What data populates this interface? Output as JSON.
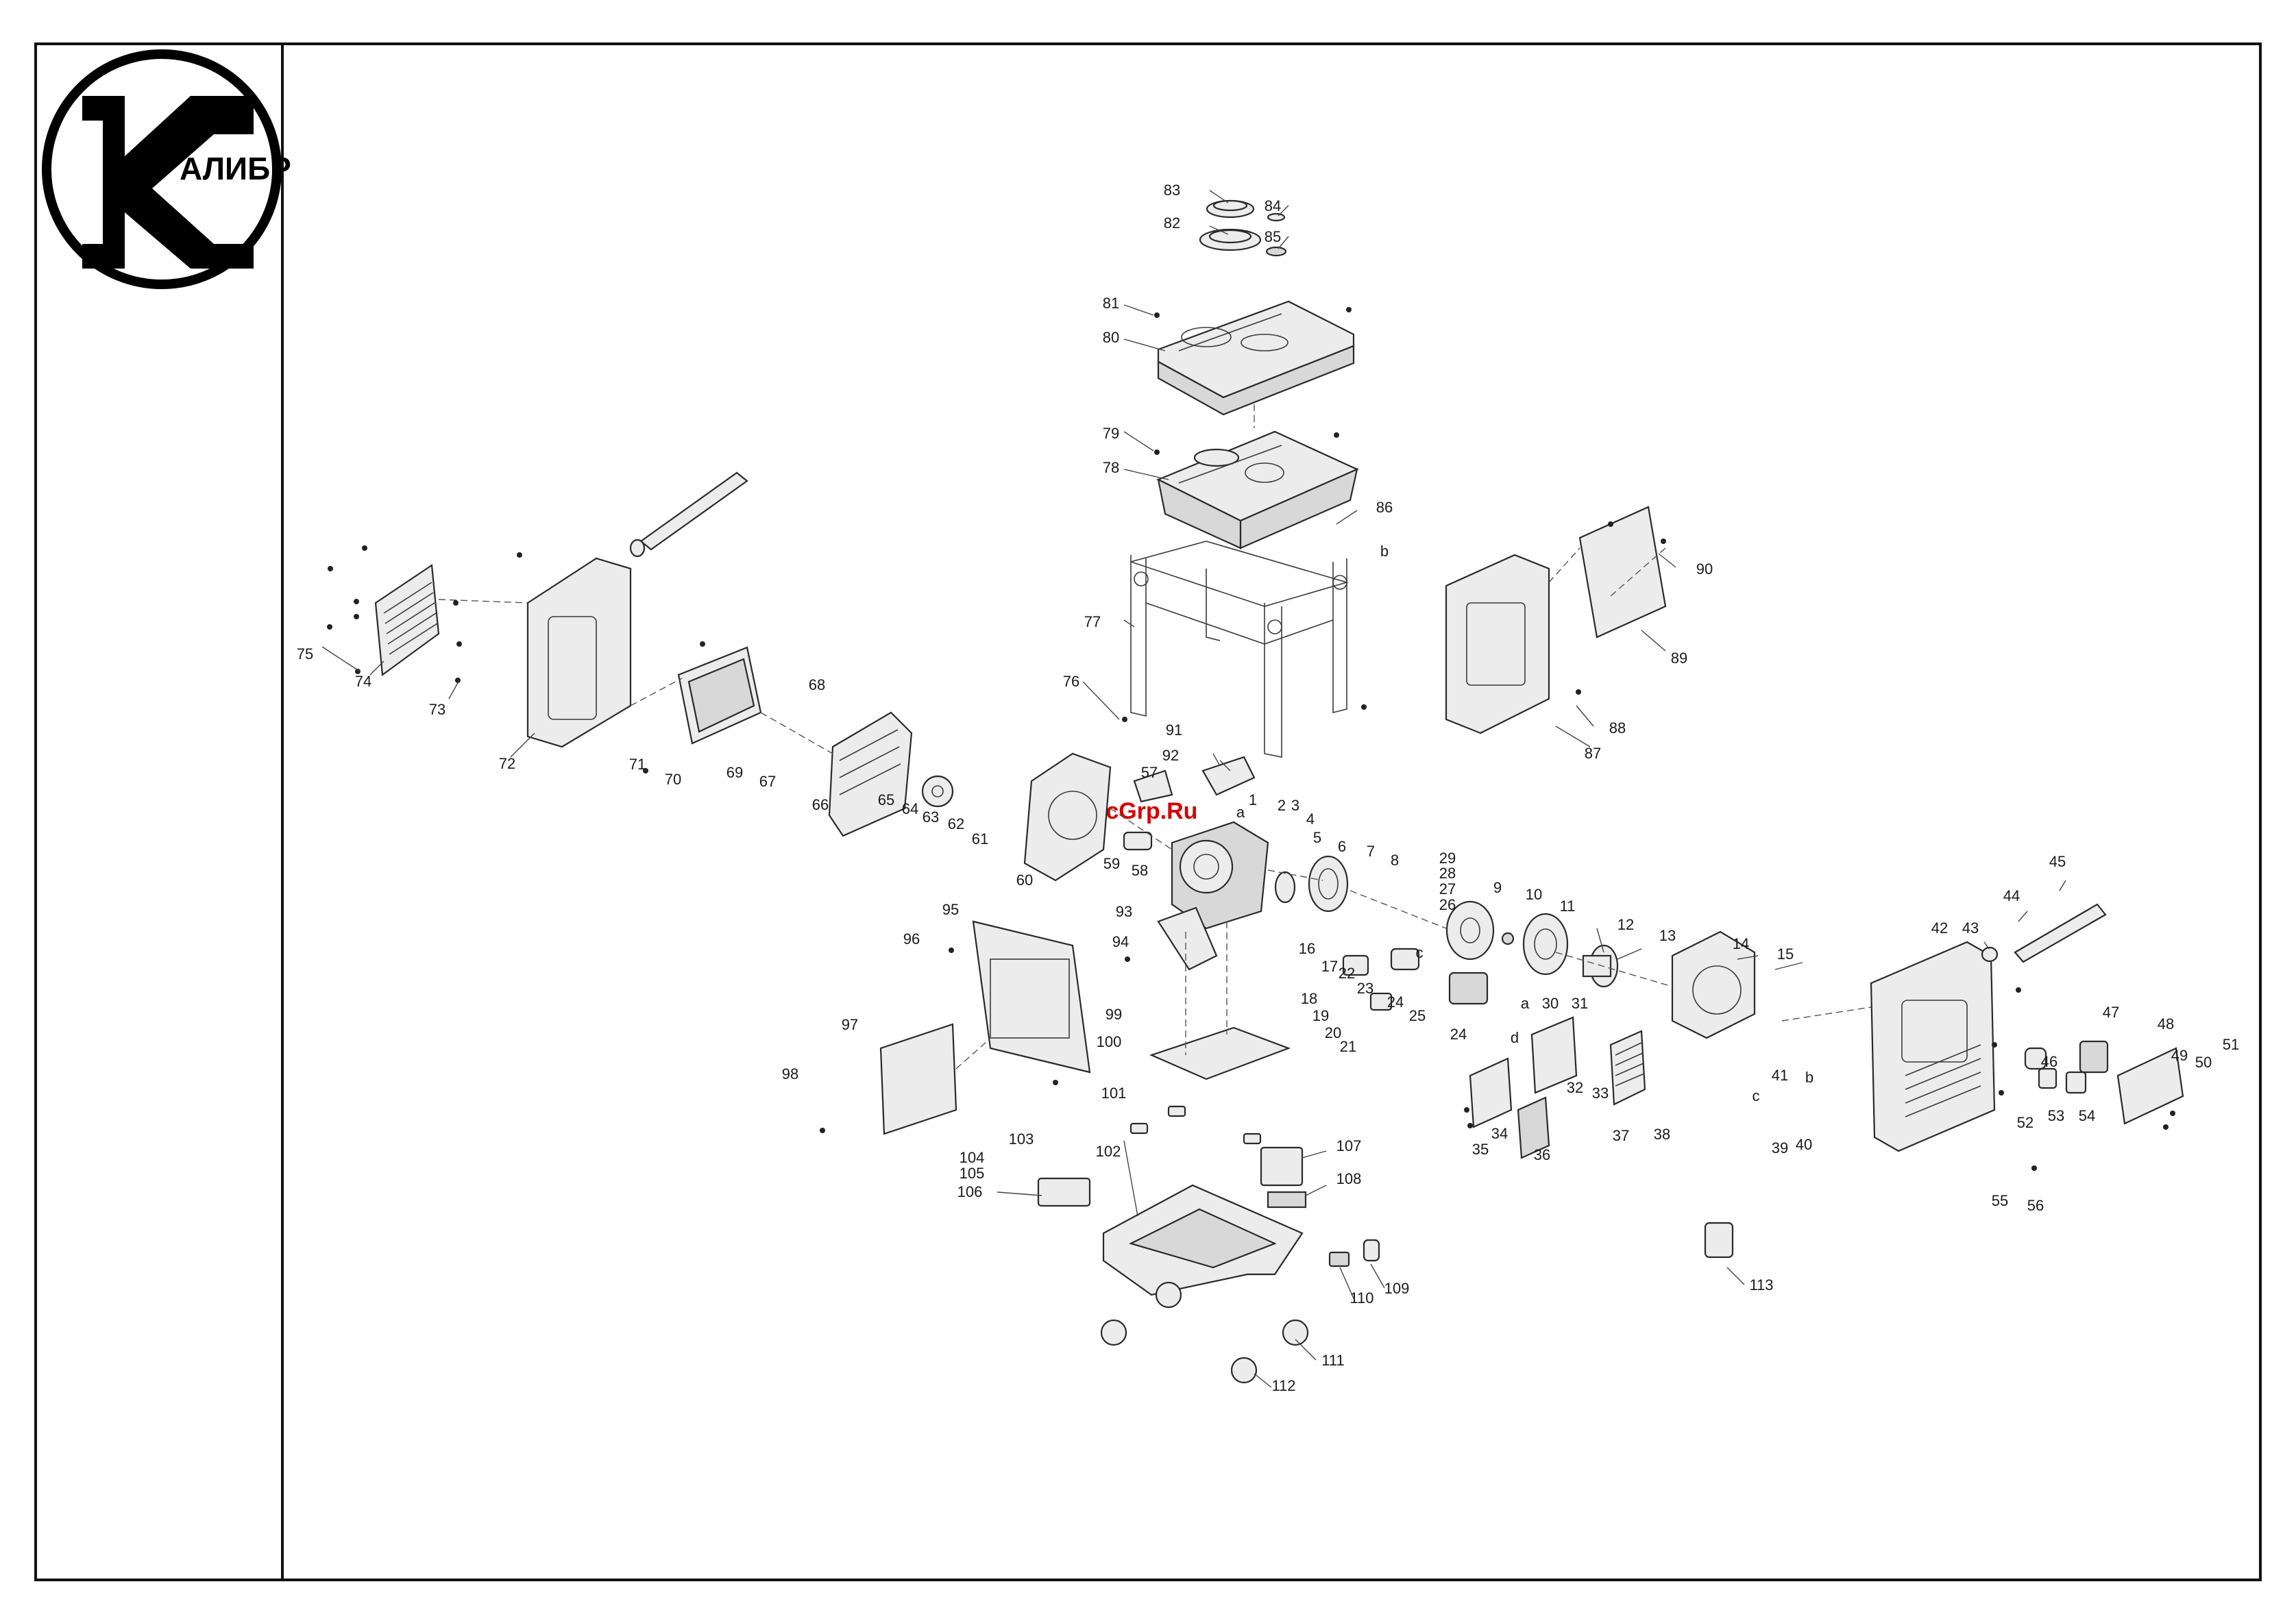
{
  "logo": {
    "text": "АЛИБР",
    "brand_color": "#000000"
  },
  "watermark": {
    "text": "McGrp.Ru",
    "color": "#d40000"
  },
  "callouts": [
    "1",
    "2",
    "3",
    "4",
    "5",
    "6",
    "7",
    "8",
    "9",
    "10",
    "11",
    "12",
    "13",
    "14",
    "15",
    "16",
    "17",
    "18",
    "19",
    "20",
    "21",
    "22",
    "23",
    "24",
    "24",
    "25",
    "26",
    "27",
    "28",
    "29",
    "30",
    "31",
    "32",
    "33",
    "34",
    "35",
    "36",
    "37",
    "38",
    "39",
    "40",
    "41",
    "42",
    "43",
    "44",
    "45",
    "46",
    "47",
    "48",
    "49",
    "50",
    "51",
    "52",
    "53",
    "54",
    "55",
    "56",
    "57",
    "58",
    "59",
    "60",
    "61",
    "62",
    "63",
    "64",
    "65",
    "66",
    "67",
    "68",
    "69",
    "70",
    "71",
    "72",
    "73",
    "74",
    "75",
    "76",
    "77",
    "78",
    "79",
    "80",
    "81",
    "82",
    "83",
    "84",
    "85",
    "86",
    "87",
    "88",
    "89",
    "90",
    "91",
    "92",
    "93",
    "94",
    "95",
    "96",
    "97",
    "98",
    "99",
    "100",
    "101",
    "102",
    "103",
    "104",
    "105",
    "106",
    "107",
    "108",
    "109",
    "110",
    "111",
    "112",
    "113"
  ],
  "connection_letters": [
    "a",
    "a",
    "b",
    "b",
    "c",
    "c",
    "d"
  ]
}
